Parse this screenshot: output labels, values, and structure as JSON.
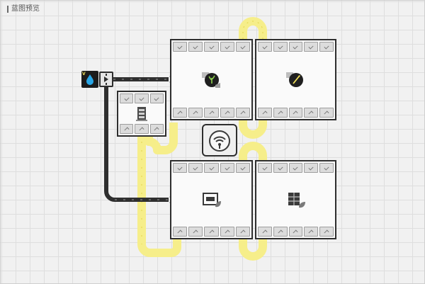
{
  "window": {
    "title": "蓝图预览"
  },
  "source": {
    "badge": "V",
    "icon": "water-drop-icon",
    "color": "#29a6e6"
  },
  "junction": {
    "icon": "splitter-arrow-icon"
  },
  "hub": {
    "icon": "wifi-signal-icon"
  },
  "machines": [
    {
      "id": "machine-top-left",
      "icon": "sprout-growth-icon",
      "top_slots": 5,
      "bottom_slots": 5
    },
    {
      "id": "machine-top-right",
      "icon": "sparkle-growth-icon",
      "top_slots": 5,
      "bottom_slots": 5
    },
    {
      "id": "machine-bottom-left",
      "icon": "crate-leaf-icon",
      "top_slots": 5,
      "bottom_slots": 5
    },
    {
      "id": "machine-bottom-right",
      "icon": "panel-leaf-icon",
      "top_slots": 5,
      "bottom_slots": 5
    },
    {
      "id": "machine-storage",
      "icon": "storage-box-icon",
      "top_slots": 3,
      "bottom_slots": 3
    }
  ],
  "colors": {
    "conveyor_yellow": "#f6ee8a",
    "conveyor_border": "#e2d44e",
    "pipe_dark": "#2f2f2f",
    "machine_border": "#2e2e2e",
    "accent_yellow": "#f3e25a"
  }
}
